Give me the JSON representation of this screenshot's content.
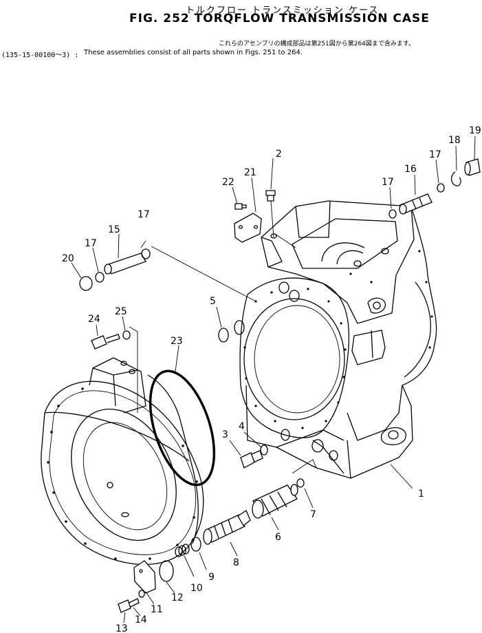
{
  "header": {
    "japanese_title": "トルクフロー トランスミッション ケース",
    "figure_title": "FIG. 252 TORQFLOW TRANSMISSION CASE",
    "note_japanese": "これらのアセンブリの構成部品は第251図から第264図まで含みます。",
    "serial_ref": "(135-15-00100～3) :",
    "note_english": "These assemblies consist of all parts shown in Figs. 251 to 264."
  },
  "callouts": {
    "c1": "1",
    "c2": "2",
    "c3": "3",
    "c4": "4",
    "c5": "5",
    "c6": "6",
    "c7": "7",
    "c8": "8",
    "c9": "9",
    "c10": "10",
    "c11": "11",
    "c12": "12",
    "c13": "13",
    "c14": "14",
    "c15": "15",
    "c16": "16",
    "c17a": "17",
    "c17b": "17",
    "c17c": "17",
    "c17d": "17",
    "c18": "18",
    "c19": "19",
    "c20": "20",
    "c21": "21",
    "c22": "22",
    "c23": "23",
    "c24": "24",
    "c25": "25"
  }
}
